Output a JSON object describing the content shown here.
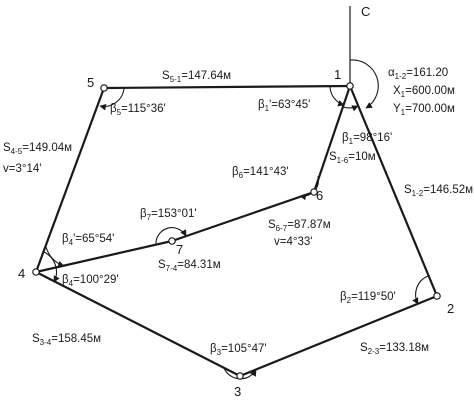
{
  "north_label": "С",
  "points": [
    {
      "id": "1",
      "label": "1"
    },
    {
      "id": "2",
      "label": "2"
    },
    {
      "id": "3",
      "label": "3"
    },
    {
      "id": "4",
      "label": "4"
    },
    {
      "id": "5",
      "label": "5"
    },
    {
      "id": "6",
      "label": "6"
    },
    {
      "id": "7",
      "label": "7"
    }
  ],
  "initial_data": {
    "alpha": {
      "sym": "α",
      "sub": "1-2",
      "value": "=161.20"
    },
    "x1": {
      "sym": "X",
      "sub": "1",
      "value": "=600.00м"
    },
    "y1": {
      "sym": "Y",
      "sub": "1",
      "value": "=700.00м"
    }
  },
  "sides": [
    {
      "id": "s51",
      "sym": "S",
      "sub": "5-1",
      "value": "=147.64м"
    },
    {
      "id": "s12",
      "sym": "S",
      "sub": "1-2",
      "value": "=146.52м"
    },
    {
      "id": "s16",
      "sym": "S",
      "sub": "1-6",
      "value": "=10м"
    },
    {
      "id": "s23",
      "sym": "S",
      "sub": "2-3",
      "value": "=133.18м"
    },
    {
      "id": "s34",
      "sym": "S",
      "sub": "3-4",
      "value": "=158.45м"
    },
    {
      "id": "s45",
      "sym": "S",
      "sub": "4-5",
      "value": "=149.04м"
    },
    {
      "id": "s67",
      "sym": "S",
      "sub": "6-7",
      "value": "=87.87м"
    },
    {
      "id": "s74",
      "sym": "S",
      "sub": "7-4",
      "value": "=84.31м"
    }
  ],
  "slopes": [
    {
      "id": "v45",
      "text": "v=3°14'"
    },
    {
      "id": "v67",
      "text": "v=4°33'"
    }
  ],
  "angles": [
    {
      "id": "b1",
      "sym": "β",
      "sub": "1",
      "value": "=98°16'"
    },
    {
      "id": "b1p",
      "sym": "β",
      "sub": "1",
      "value": "'=63°45'"
    },
    {
      "id": "b2",
      "sym": "β",
      "sub": "2",
      "value": "=119°50'"
    },
    {
      "id": "b3",
      "sym": "β",
      "sub": "3",
      "value": "=105°47'"
    },
    {
      "id": "b4",
      "sym": "β",
      "sub": "4",
      "value": "=100°29'"
    },
    {
      "id": "b4p",
      "sym": "β",
      "sub": "4",
      "value": "'=65°54'"
    },
    {
      "id": "b5",
      "sym": "β",
      "sub": "5",
      "value": "=115°36'"
    },
    {
      "id": "b6",
      "sym": "β",
      "sub": "6",
      "value": "=141°43'"
    },
    {
      "id": "b7",
      "sym": "β",
      "sub": "7",
      "value": "=153°01'"
    }
  ]
}
